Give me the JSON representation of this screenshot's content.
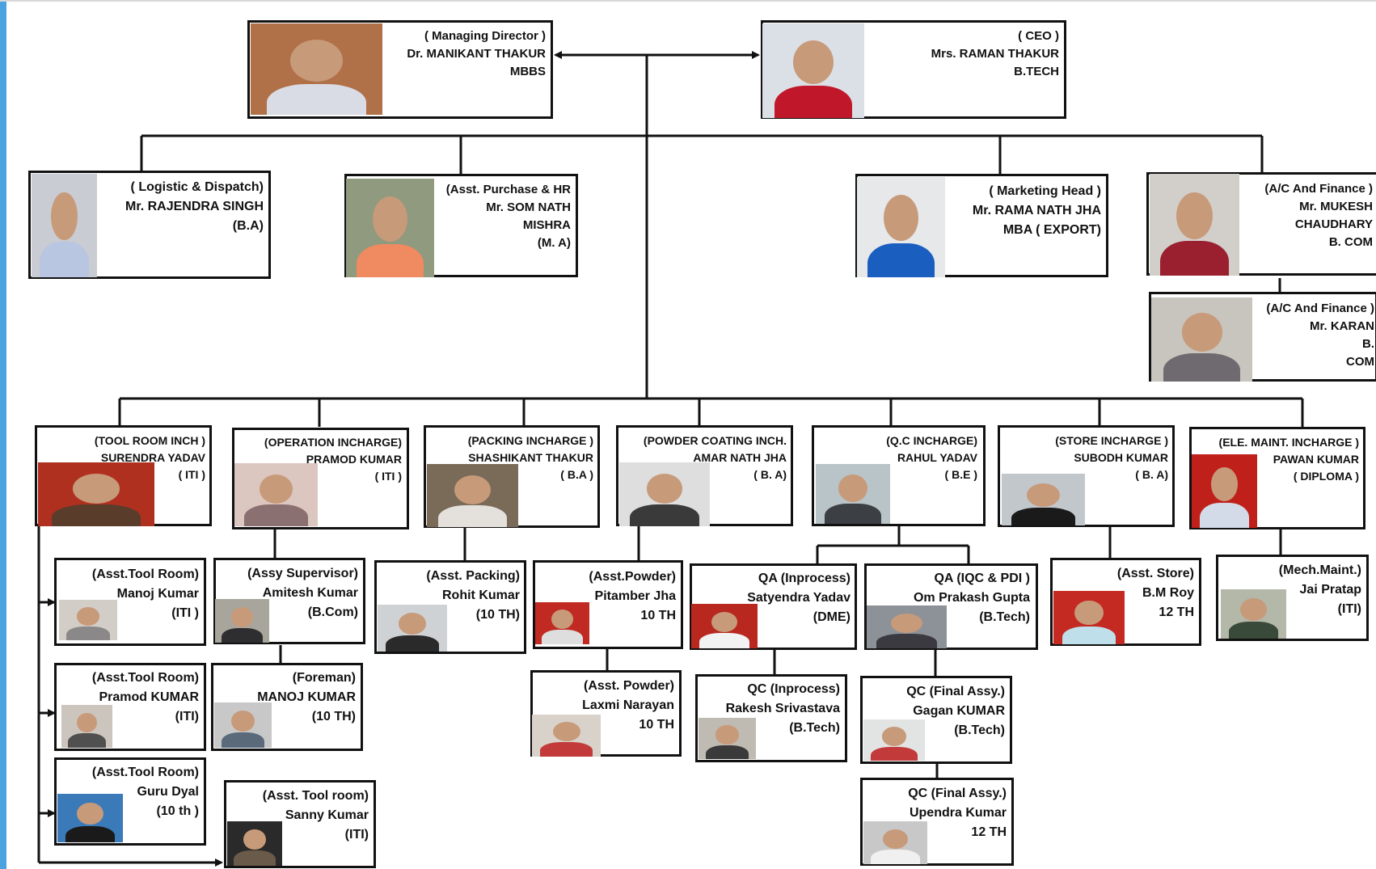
{
  "colors": {
    "line": "#111111",
    "edge": "#4aa3e0"
  },
  "nodes": {
    "md": {
      "lines": [
        "( Managing Director  )",
        "Dr. MANIKANT THAKUR",
        "MBBS"
      ],
      "photo": {
        "bg": "#b07048",
        "shirt": "#d9dce4"
      }
    },
    "ceo": {
      "lines": [
        "( CEO )",
        "Mrs. RAMAN THAKUR",
        "B.TECH"
      ],
      "photo": {
        "bg": "#dbe0e6",
        "shirt": "#c0182a"
      }
    },
    "logistic": {
      "lines": [
        "( Logistic & Dispatch)",
        "Mr. RAJENDRA SINGH",
        "(B.A)"
      ],
      "photo": {
        "bg": "#c9ccd2",
        "shirt": "#b8c6e2"
      }
    },
    "purchase": {
      "lines": [
        "(Asst. Purchase & HR",
        "Mr. SOM NATH",
        "MISHRA",
        "(M. A)"
      ],
      "photo": {
        "bg": "#8f9a7e",
        "shirt": "#f08a60"
      }
    },
    "marketing": {
      "lines": [
        "( Marketing Head  )",
        "Mr. RAMA NATH JHA",
        "MBA ( EXPORT)"
      ],
      "photo": {
        "bg": "#e6e8ea",
        "shirt": "#1a5fc0"
      }
    },
    "finance1": {
      "lines": [
        "(A/C And Finance )",
        "Mr. MUKESH",
        "CHAUDHARY",
        "B. COM"
      ],
      "photo": {
        "bg": "#d2cfcb",
        "shirt": "#9a2030"
      }
    },
    "finance2": {
      "lines": [
        "(A/C And Finance )",
        "Mr. KARAN",
        "B.",
        "COM"
      ],
      "photo": {
        "bg": "#c8c4be",
        "shirt": "#6e6a70"
      }
    },
    "toolroom": {
      "lines": [
        "(TOOL ROOM INCH )",
        "SURENDRA YADAV",
        "( ITI )"
      ],
      "photo": {
        "bg": "#b03020",
        "shirt": "#5a3c2a"
      }
    },
    "operation": {
      "lines": [
        "(OPERATION INCHARGE)",
        "PRAMOD KUMAR",
        "( ITI )"
      ],
      "photo": {
        "bg": "#dcc6c0",
        "shirt": "#8a7070"
      }
    },
    "packing": {
      "lines": [
        "(PACKING INCHARGE )",
        "SHASHIKANT THAKUR",
        "( B.A )"
      ],
      "photo": {
        "bg": "#7a6a58",
        "shirt": "#e4e0dc"
      }
    },
    "powder": {
      "lines": [
        "(POWDER COATING INCH.",
        "AMAR NATH JHA",
        "( B. A)"
      ],
      "photo": {
        "bg": "#dedede",
        "shirt": "#3a3a3a"
      }
    },
    "qc": {
      "lines": [
        "(Q.C INCHARGE)",
        "RAHUL YADAV",
        "( B.E )"
      ],
      "photo": {
        "bg": "#b9c4c8",
        "shirt": "#3c4044"
      }
    },
    "store": {
      "lines": [
        "(STORE INCHARGE )",
        "SUBODH KUMAR",
        "( B. A)"
      ],
      "photo": {
        "bg": "#c2c7cc",
        "shirt": "#1a1a1a"
      }
    },
    "elemaint": {
      "lines": [
        "(ELE. MAINT. INCHARGE )",
        "PAWAN KUMAR",
        "( DIPLOMA )"
      ],
      "photo": {
        "bg": "#c0201a",
        "shirt": "#d4dbe8"
      }
    },
    "asst_tool_1": {
      "lines": [
        "(Asst.Tool Room)",
        "Manoj Kumar",
        "(ITI )"
      ],
      "photo": {
        "bg": "#d2cdc7",
        "shirt": "#8a8888"
      }
    },
    "assy_sup": {
      "lines": [
        "(Assy Supervisor)",
        "Amitesh Kumar",
        "(B.Com)"
      ],
      "photo": {
        "bg": "#a8a59c",
        "shirt": "#2e2e30"
      }
    },
    "asst_packing": {
      "lines": [
        "(Asst. Packing)",
        "Rohit Kumar",
        "(10 TH)"
      ],
      "photo": {
        "bg": "#cfd2d5",
        "shirt": "#2a2a2a"
      }
    },
    "asst_powder_1": {
      "lines": [
        "(Asst.Powder)",
        "Pitamber Jha",
        "10 TH"
      ],
      "photo": {
        "bg": "#c02a22",
        "shirt": "#dedede"
      }
    },
    "qa_inprocess": {
      "lines": [
        "QA (Inprocess)",
        "Satyendra Yadav",
        "(DME)"
      ],
      "photo": {
        "bg": "#b8281e",
        "shirt": "#f2f2f2"
      }
    },
    "qa_iqc": {
      "lines": [
        "QA (IQC & PDI )",
        "Om Prakash Gupta",
        "(B.Tech)"
      ],
      "photo": {
        "bg": "#8c9298",
        "shirt": "#3a3a40"
      }
    },
    "asst_store": {
      "lines": [
        "(Asst. Store)",
        "B.M Roy",
        "12 TH"
      ],
      "photo": {
        "bg": "#c42a22",
        "shirt": "#bfe0ea"
      }
    },
    "mech_maint": {
      "lines": [
        "(Mech.Maint.)",
        "Jai Pratap",
        "(ITI)"
      ],
      "photo": {
        "bg": "#b4b8a8",
        "shirt": "#3a4a3a"
      }
    },
    "asst_tool_2": {
      "lines": [
        "(Asst.Tool Room)",
        "Pramod KUMAR",
        "(ITI)"
      ],
      "photo": {
        "bg": "#cbc5bd",
        "shirt": "#505050"
      }
    },
    "foreman": {
      "lines": [
        "(Foreman)",
        "MANOJ KUMAR",
        "(10 TH)"
      ],
      "photo": {
        "bg": "#c8c8c8",
        "shirt": "#5a6a7a"
      }
    },
    "asst_powder_2": {
      "lines": [
        "(Asst. Powder)",
        "Laxmi Narayan",
        "10 TH"
      ],
      "photo": {
        "bg": "#d8d2ca",
        "shirt": "#c23a3a"
      }
    },
    "qc_inprocess": {
      "lines": [
        "QC (Inprocess)",
        "Rakesh Srivastava",
        "(B.Tech)"
      ],
      "photo": {
        "bg": "#bfbab2",
        "shirt": "#3a3a3a"
      }
    },
    "qc_final_1": {
      "lines": [
        "QC (Final Assy.)",
        "Gagan KUMAR",
        "(B.Tech)"
      ],
      "photo": {
        "bg": "#e2e4e4",
        "shirt": "#c23a3a"
      }
    },
    "asst_tool_3": {
      "lines": [
        "(Asst.Tool Room)",
        "Guru Dyal",
        "(10 th )"
      ],
      "photo": {
        "bg": "#3a7ab8",
        "shirt": "#1a1a1a"
      }
    },
    "asst_tool_4": {
      "lines": [
        "(Asst. Tool room)",
        "Sanny Kumar",
        "(ITI)"
      ],
      "photo": {
        "bg": "#2a2a2a",
        "shirt": "#6a5a4a"
      }
    },
    "qc_final_2": {
      "lines": [
        "QC (Final Assy.)",
        "Upendra Kumar",
        "12 TH"
      ],
      "photo": {
        "bg": "#c8c8c8",
        "shirt": "#f0f0f0"
      }
    }
  }
}
